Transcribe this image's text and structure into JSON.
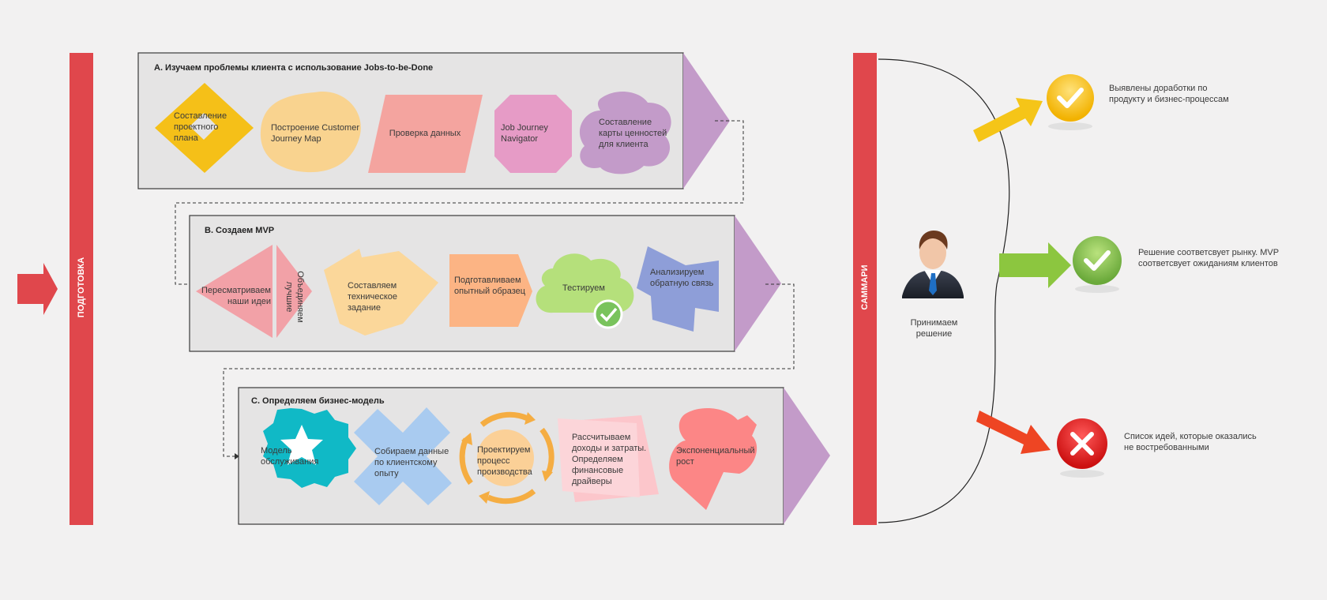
{
  "left_bar_label": "ПОДГОТОВКА",
  "right_bar_label": "САММАРИ",
  "section_a": {
    "title": "A. Изучаем проблемы клиента с использование Jobs-to-be-Done",
    "steps": [
      "Составление проектного плана",
      "Построение Customer Journey Map",
      "Проверка данных",
      "Job Journey Navigator",
      "Составление карты ценностей для клиента"
    ]
  },
  "section_b": {
    "title": "B. Создаем MVP",
    "steps": [
      "Пересматриваем наши идеи",
      "Объединяем лучшие",
      "Составляем техническое задание",
      "Подготавливаем опытный образец",
      "Тестируем",
      "Анализируем обратную связь"
    ]
  },
  "section_c": {
    "title": "C. Определяем бизнес-модель",
    "steps": [
      "Модель обслуживания",
      "Собираем данные по клиентскому опыту",
      "Проектируем процесс производства",
      "Рассчитываем доходы и затраты. Определяем финансовые драйверы",
      "Экспоненциальный рост"
    ]
  },
  "decision_label": "Принимаем решение",
  "outcomes": [
    {
      "text": "Выявлены доработки по продукту и бизнес-процессам",
      "color": "#f5c518",
      "icon": "check-icon"
    },
    {
      "text": "Решение соответсвует рынку. MVP соответсвует ожиданиям клиентов",
      "color": "#8cc63f",
      "icon": "check-icon"
    },
    {
      "text": "Список идей, которые оказались не востребованными",
      "color": "#e53935",
      "icon": "cross-icon"
    }
  ],
  "colors": {
    "red_bar": "#e0474c",
    "panel": "#e5e4e4",
    "chevron": "#c39bc9"
  }
}
